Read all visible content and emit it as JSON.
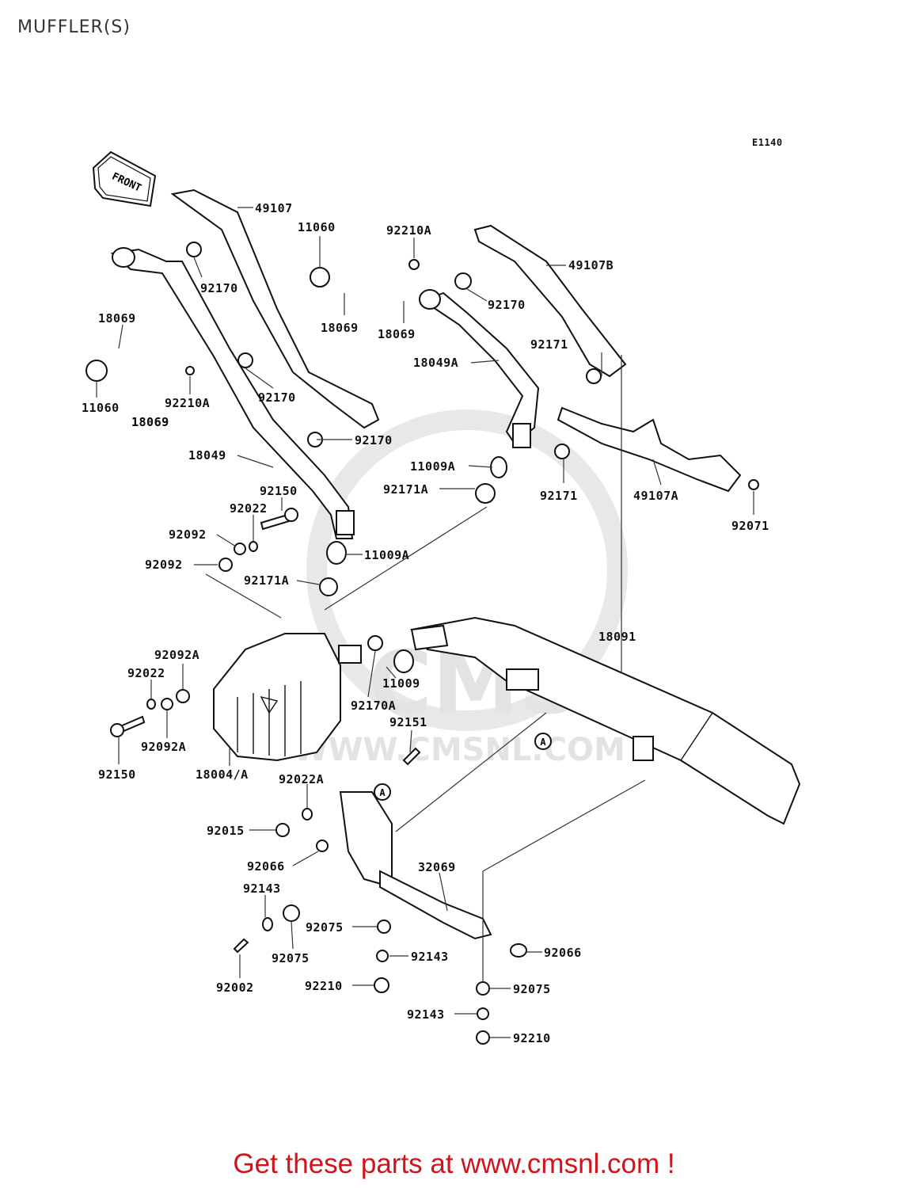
{
  "title": "MUFFLER(S)",
  "diagram_code": "E1140",
  "front_arrow_label": "FRONT",
  "watermark": {
    "text1": "CMS",
    "text2": "WWW.CMSNL.COM"
  },
  "footer": "Get these parts at www.cmsnl.com !",
  "callout_marker": "A",
  "part_labels": [
    "49107",
    "11060",
    "92210A",
    "49107B",
    "92170",
    "18069",
    "18069",
    "18069",
    "92170",
    "92171",
    "18049A",
    "18069",
    "11060",
    "92210A",
    "18069",
    "92170",
    "92170",
    "18049",
    "11009A",
    "92171A",
    "92171",
    "49107A",
    "92071",
    "92150",
    "92022",
    "92092",
    "11009A",
    "92092",
    "92171A",
    "18091",
    "92092A",
    "92022",
    "11009",
    "92170A",
    "92151",
    "92092A",
    "92150",
    "18004/A",
    "92022A",
    "92015",
    "92066",
    "32069",
    "92143",
    "92075",
    "92066",
    "92075",
    "92143",
    "92002",
    "92210",
    "92075",
    "92143",
    "92210"
  ]
}
